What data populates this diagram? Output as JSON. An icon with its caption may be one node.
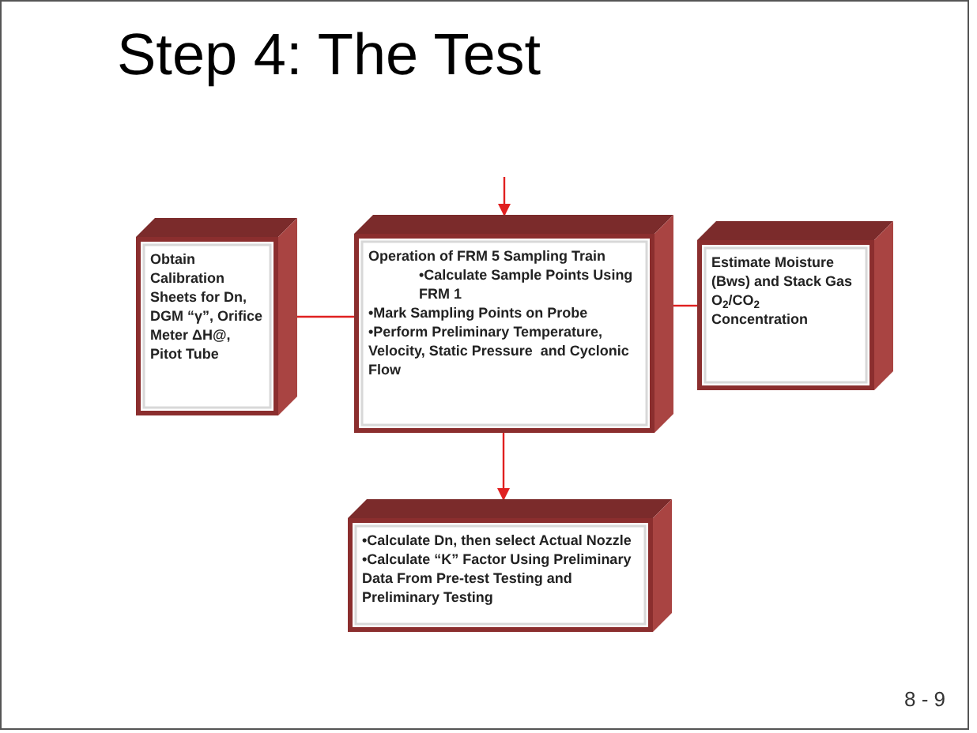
{
  "diagram": {
    "title": "Step 4:  The Test",
    "nodes": [
      {
        "text": [
          "Obtain Calibration Sheets for Dn, DGM “γ”, Orifice Meter ΔH@, Pitot Tube"
        ]
      },
      {
        "text": [
          "Operation of FRM 5 Sampling Train",
          "•Calculate Sample Points Using FRM 1",
          "•Mark Sampling Points on Probe",
          "•Perform Preliminary Temperature, Velocity, Static Pressure  and Cyclonic Flow"
        ]
      },
      {
        "text": [
          "Estimate Moisture (Bws) and Stack Gas O$_{2}$/CO$_{2}$ Concentration"
        ]
      },
      {
        "text": [
          "•Calculate Dn, then select Actual Nozzle",
          "•Calculate “K” Factor Using Preliminary Data From Pre-test Testing and Preliminary Testing"
        ]
      }
    ],
    "edges": [
      {
        "from": null,
        "to": 1,
        "arrow": "to"
      },
      {
        "from": 0,
        "to": 1,
        "arrow": "none"
      },
      {
        "from": 2,
        "to": 1,
        "arrow": "none"
      },
      {
        "from": 1,
        "to": 3,
        "arrow": "to"
      }
    ],
    "labels": [
      "8 - 9"
    ]
  }
}
